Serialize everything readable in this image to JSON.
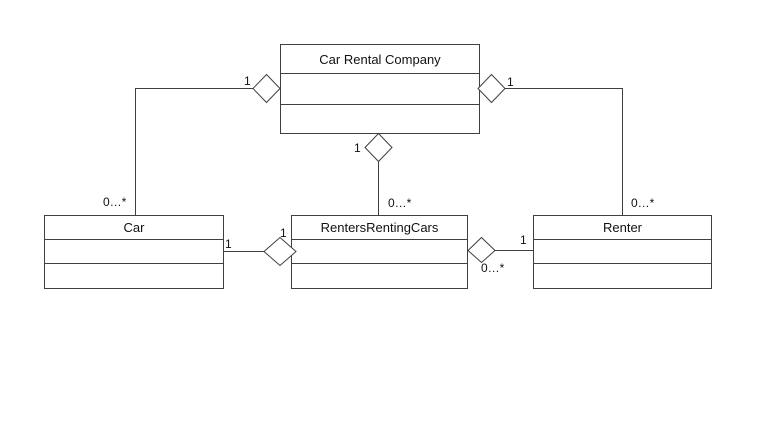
{
  "diagram": {
    "type": "uml-class-diagram",
    "classes": [
      {
        "name": "Car Rental Company"
      },
      {
        "name": "Car"
      },
      {
        "name": "RentersRentingCars"
      },
      {
        "name": "Renter"
      }
    ],
    "multiplicities": {
      "company_end_car": "1",
      "car_end_company": "0…*",
      "company_end_renter": "1",
      "renter_end_company": "0…*",
      "company_end_rentals": "1",
      "rentals_end_company": "0…*",
      "car_end_rentals": "1",
      "rentals_end_car": "1",
      "renter_end_rentals": "1",
      "rentals_end_renter": "0…*"
    },
    "colors": {
      "line": "#3f3f3f",
      "background": "#ffffff",
      "text": "#111111"
    }
  }
}
